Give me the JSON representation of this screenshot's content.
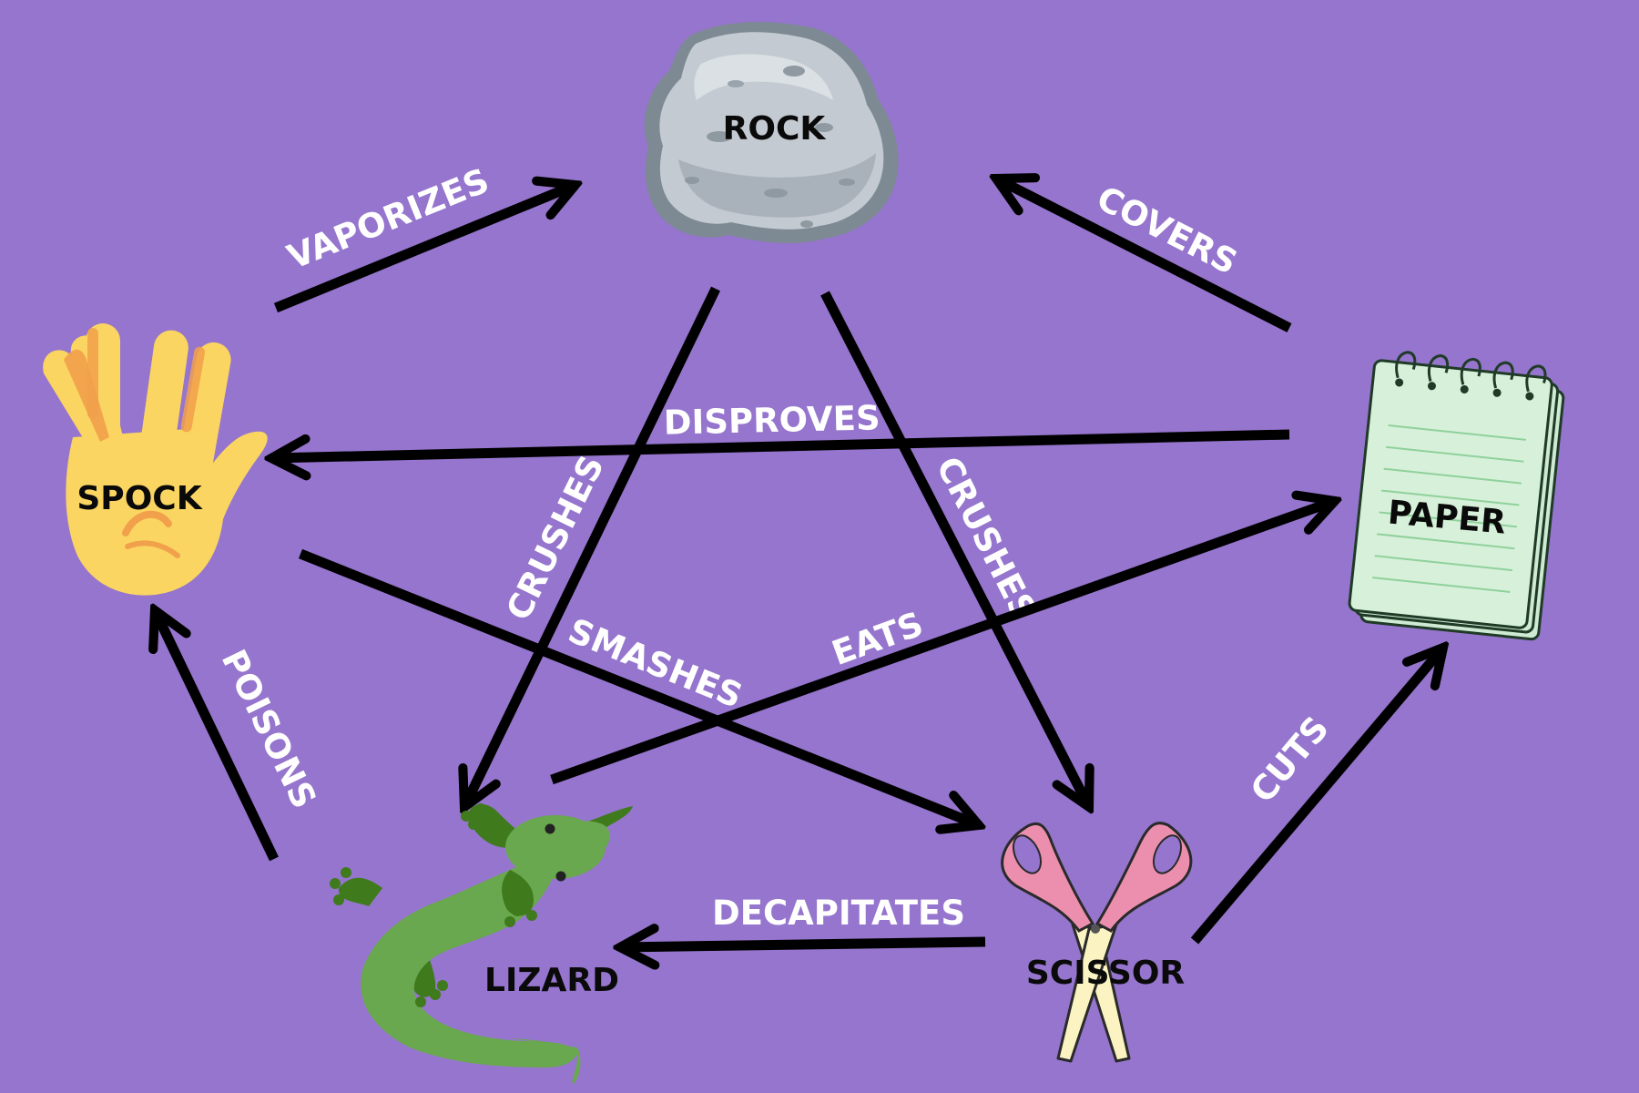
{
  "colors": {
    "background": "#9575cd",
    "arrow": "#000000",
    "edge_label": "#ffffff",
    "node_label": "#0a0a0a"
  },
  "nodes": {
    "rock": {
      "label": "ROCK",
      "icon": "rock-icon"
    },
    "paper": {
      "label": "PAPER",
      "icon": "notepad-icon"
    },
    "scissor": {
      "label": "SCISSOR",
      "icon": "scissors-icon"
    },
    "lizard": {
      "label": "LIZARD",
      "icon": "lizard-icon"
    },
    "spock": {
      "label": "SPOCK",
      "icon": "vulcan-salute-hand-icon"
    }
  },
  "edges": [
    {
      "from": "spock",
      "to": "rock",
      "label": "VAPORIZES"
    },
    {
      "from": "paper",
      "to": "rock",
      "label": "COVERS"
    },
    {
      "from": "paper",
      "to": "spock",
      "label": "DISPROVES"
    },
    {
      "from": "rock",
      "to": "lizard",
      "label": "CRUSHES"
    },
    {
      "from": "rock",
      "to": "scissor",
      "label": "CRUSHES"
    },
    {
      "from": "spock",
      "to": "scissor",
      "label": "SMASHES"
    },
    {
      "from": "lizard",
      "to": "paper",
      "label": "EATS"
    },
    {
      "from": "scissor",
      "to": "paper",
      "label": "CUTS"
    },
    {
      "from": "lizard",
      "to": "spock",
      "label": "POISONS"
    },
    {
      "from": "scissor",
      "to": "lizard",
      "label": "DECAPITATES"
    }
  ]
}
